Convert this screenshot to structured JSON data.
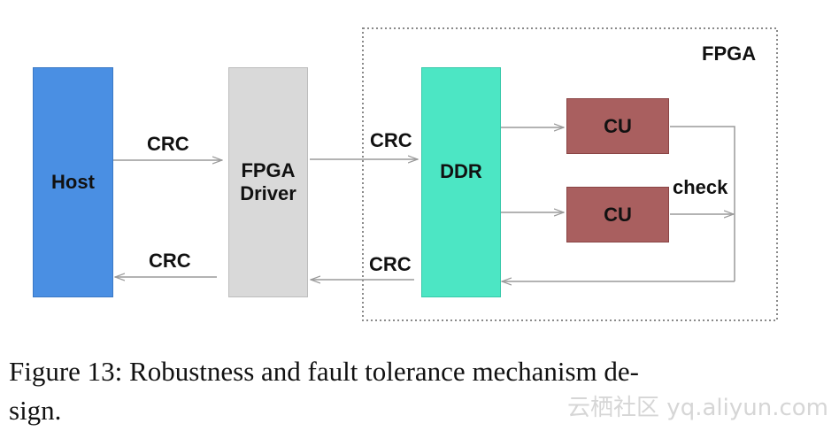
{
  "diagram": {
    "nodes": {
      "host": "Host",
      "fpga_driver": "FPGA Driver",
      "ddr": "DDR",
      "cu_top": "CU",
      "cu_bottom": "CU"
    },
    "fpga_region_label": "FPGA",
    "edge_labels": {
      "host_to_driver": "CRC",
      "driver_to_host": "CRC",
      "driver_to_ddr": "CRC",
      "ddr_to_driver": "CRC",
      "check": "check"
    },
    "colors": {
      "host": "#4a8fe3",
      "driver": "#d9d9d9",
      "ddr": "#4ce6c4",
      "cu": "#a95f5f",
      "arrow": "#9a9a9a",
      "fpga_border": "#8a8a8a"
    }
  },
  "caption": {
    "line1": "Figure 13: Robustness and fault tolerance mechanism de-",
    "line2": "sign."
  },
  "watermark": "云栖社区 yq.aliyun.com"
}
